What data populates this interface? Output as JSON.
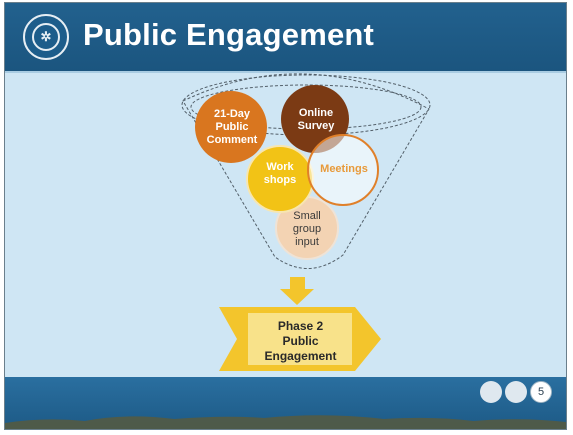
{
  "slide": {
    "title": "Public Engagement",
    "page_number": "5"
  },
  "funnel": {
    "items": [
      {
        "label_line1": "21-Day",
        "label_line2": "Public",
        "label_line3": "Comment",
        "color": "#d9761f"
      },
      {
        "label_line1": "Online",
        "label_line2": "Survey",
        "color": "#7b3a14"
      },
      {
        "label_line1": "Work",
        "label_line2": "shops",
        "color": "#f2c316"
      },
      {
        "label_line1": "Meetings",
        "color": "#ffffff"
      },
      {
        "label_line1": "Small",
        "label_line2": "group",
        "label_line3": "input",
        "color": "#f3d3b3"
      }
    ]
  },
  "result": {
    "line1": "Phase 2",
    "line2": "Public",
    "line3": "Engagement"
  },
  "colors": {
    "header": "#1b557f",
    "background": "#cfe6f4",
    "arrow": "#f3c52c"
  }
}
